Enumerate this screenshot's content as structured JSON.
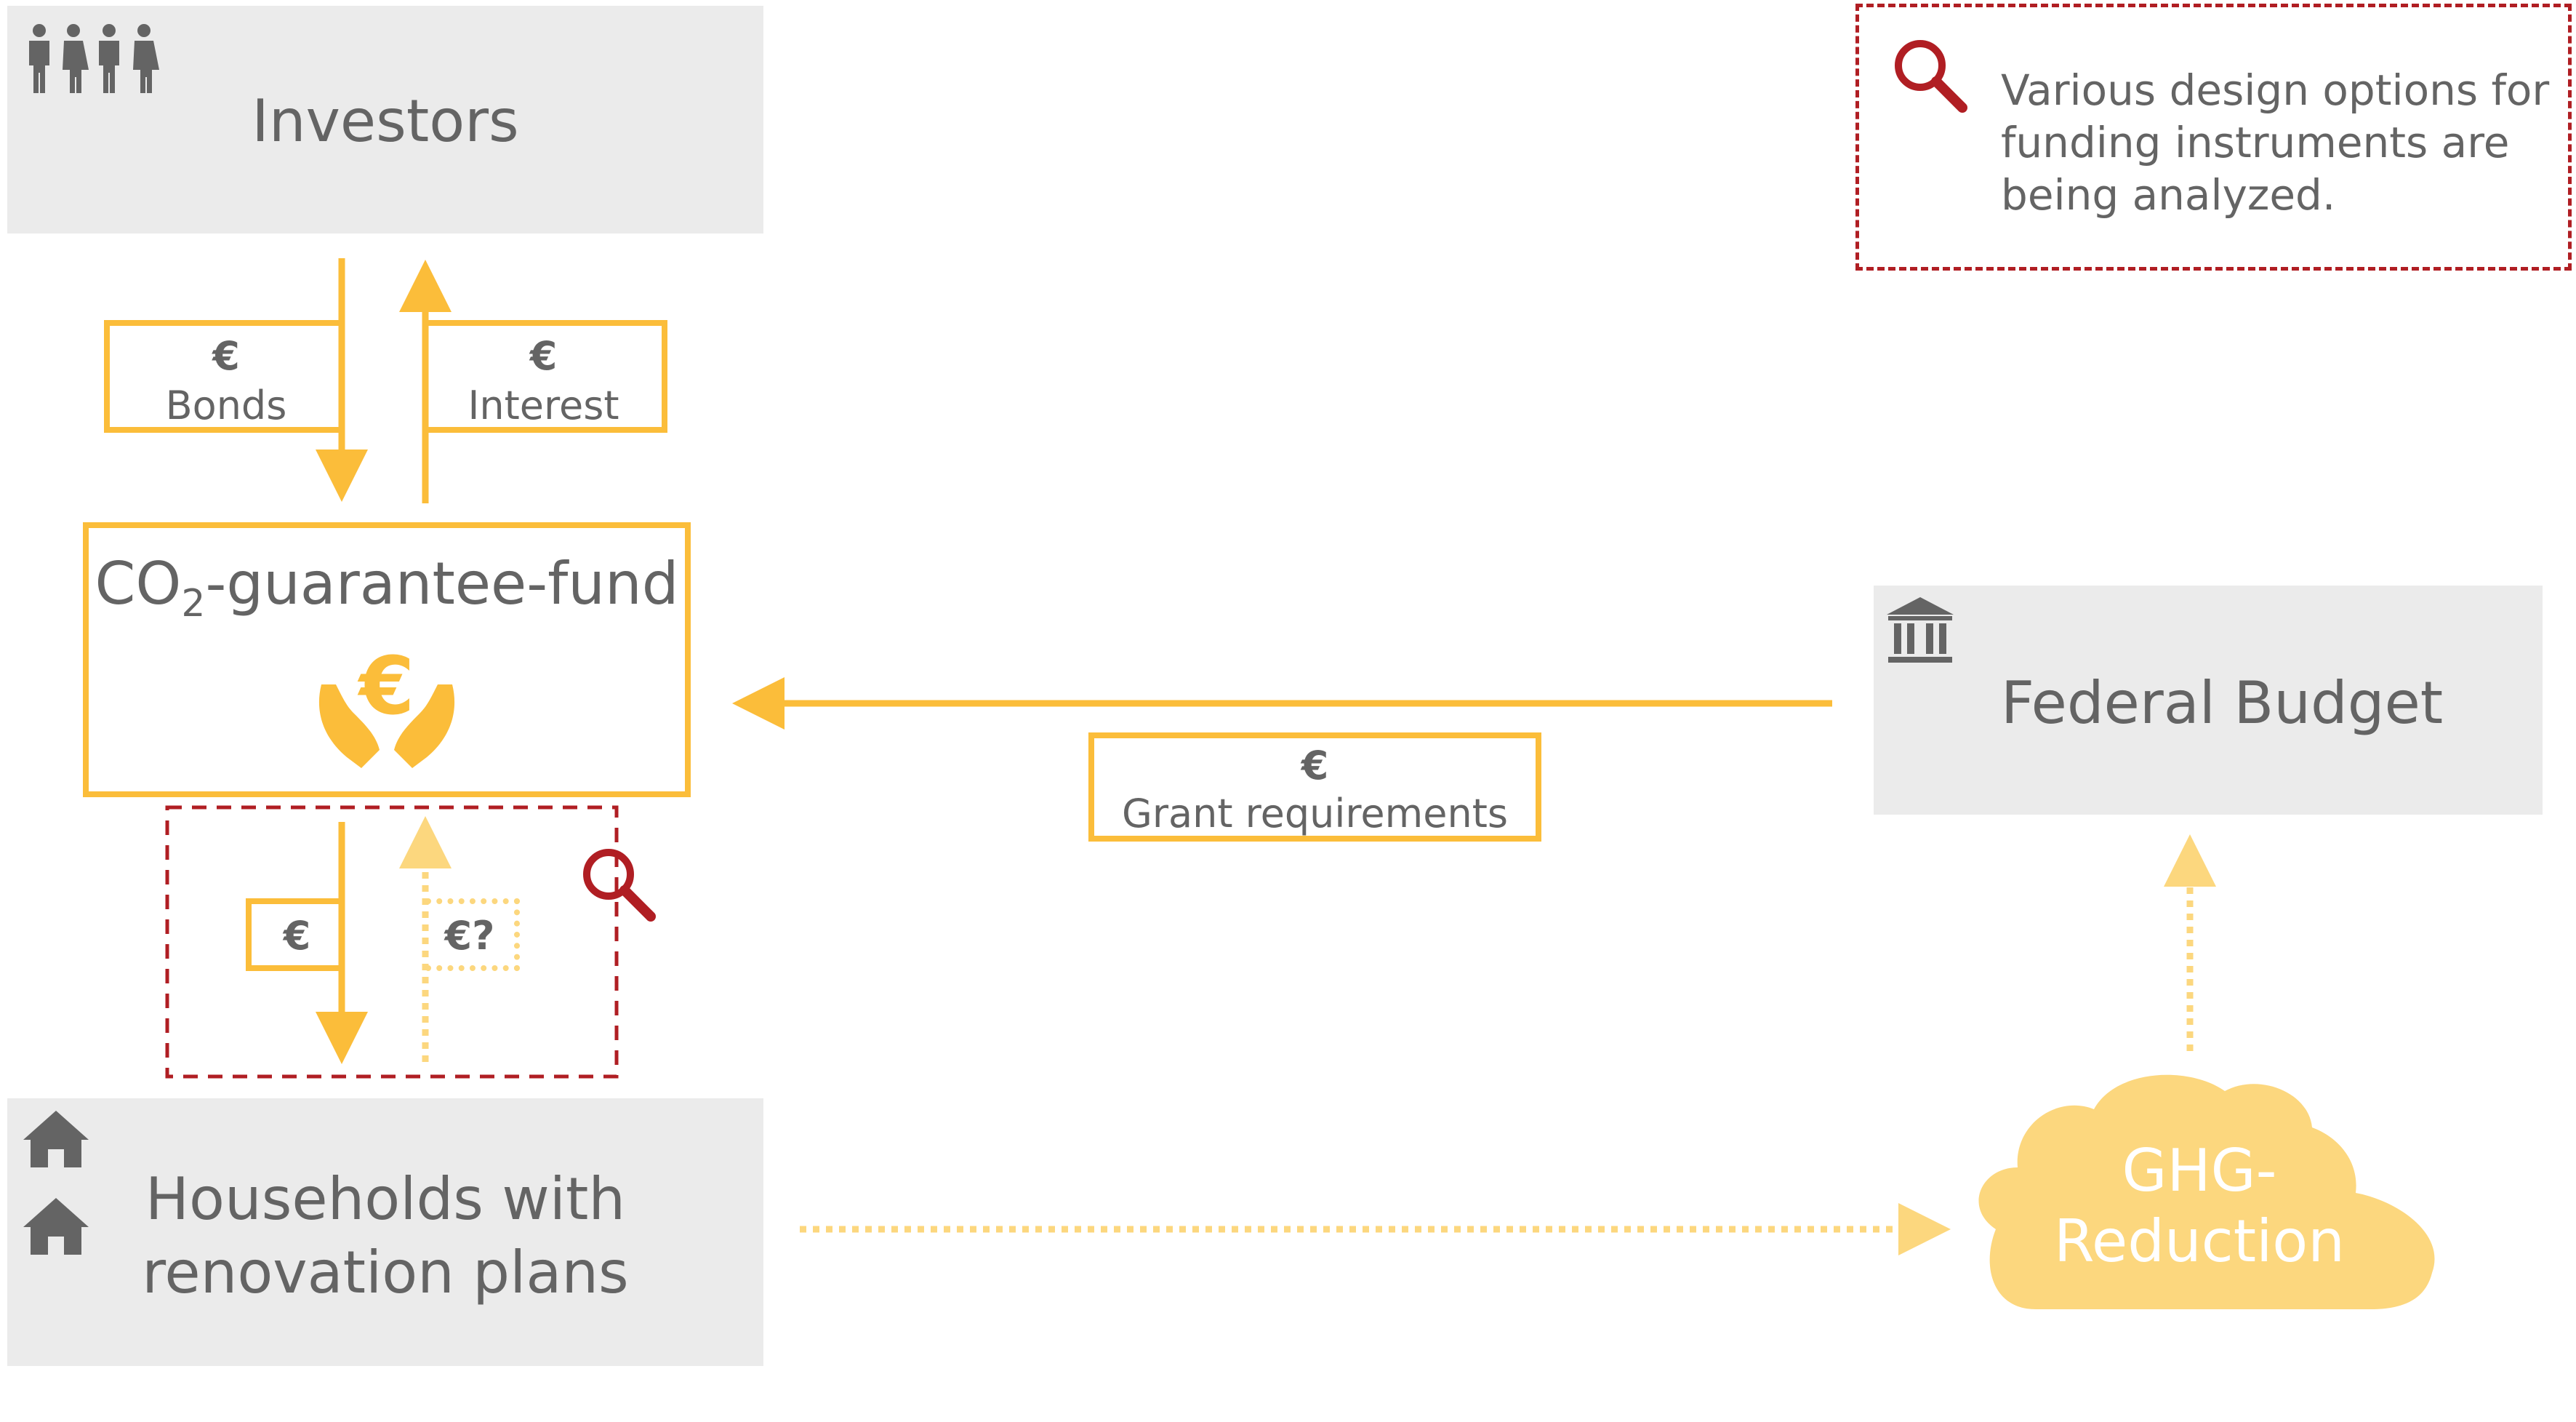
{
  "investors": {
    "label": "Investors",
    "icon": "people-group-icon"
  },
  "bonds": {
    "currency": "€",
    "label": "Bonds"
  },
  "interest": {
    "currency": "€",
    "label": "Interest"
  },
  "fund": {
    "label_prefix": "CO",
    "label_subscript": "2",
    "label_suffix": "-guarantee-fund",
    "icon": "hands-euro-icon"
  },
  "payout": {
    "currency": "€"
  },
  "repayment": {
    "label": "€?"
  },
  "grant": {
    "currency": "€",
    "label": "Grant requirements"
  },
  "federal_budget": {
    "label": "Federal Budget",
    "icon": "bank-building-icon"
  },
  "households": {
    "line1": "Households with",
    "line2": "renovation plans",
    "icon": "house-icon"
  },
  "ghg": {
    "line1": "GHG-",
    "line2": "Reduction"
  },
  "note": {
    "line1": "Various design options for",
    "line2": "funding instruments are",
    "line3": "being analyzed.",
    "icon": "magnifier-icon"
  },
  "colors": {
    "flow": "#fbbd3a",
    "flow_dotted": "#fcd77e",
    "box_grey": "#ebebeb",
    "text": "#646464",
    "accent_red": "#b01e23",
    "cloud": "#fcd77e"
  }
}
